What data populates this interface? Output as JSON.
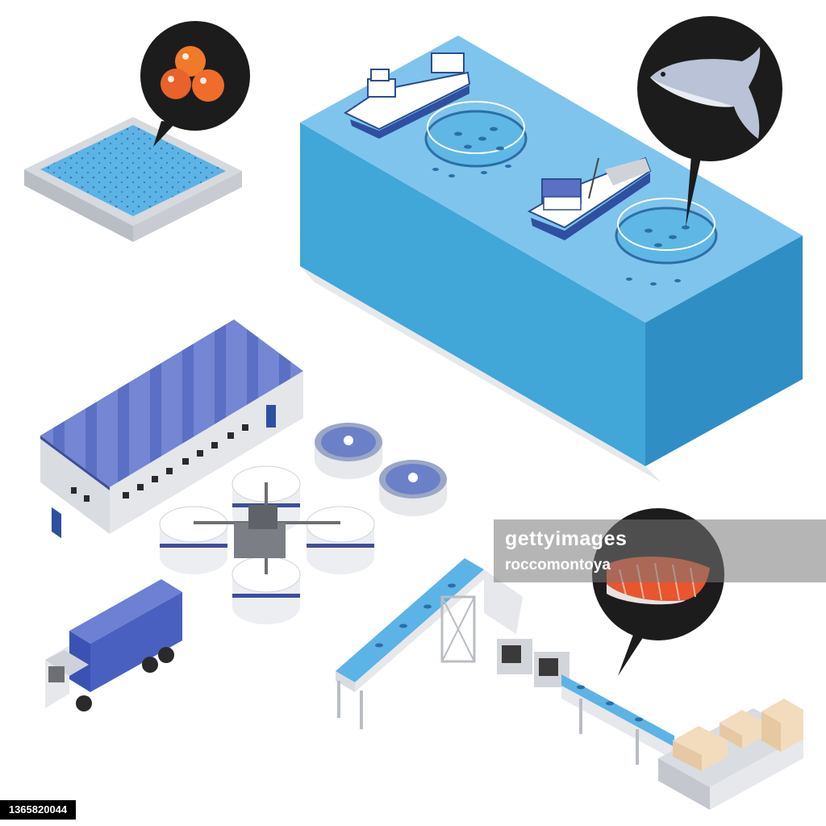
{
  "watermark": {
    "brand": "gettyimages",
    "credit": "roccomontoya"
  },
  "image_id": "1365820044",
  "colors": {
    "ocean_top": "#7fc4ec",
    "ocean_front": "#41a6d8",
    "ocean_side": "#2f8fc4",
    "roof": "#5b6fc4",
    "building_wall": "#e4e6ea",
    "truck_box": "#4a60c0",
    "salmon_fillet": "#e8552e",
    "roe": "#f07a28",
    "bubble": "#1c1c1c"
  },
  "icons": [
    "fish-eggs-icon",
    "salmon-icon",
    "salmon-fillet-icon"
  ]
}
